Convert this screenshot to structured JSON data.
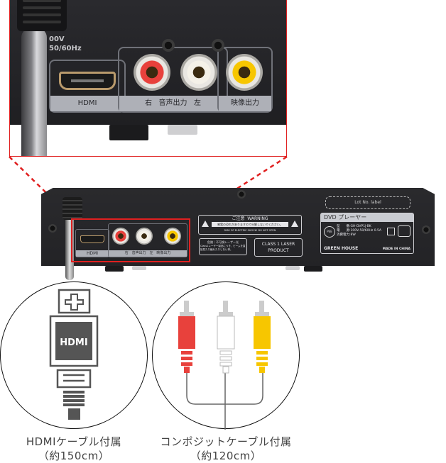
{
  "inset": {
    "voltage_line1": "00V",
    "voltage_line2": "50/60Hz",
    "hdmi_label": "HDMI",
    "audio_right": "右",
    "audio_label": "音声出力",
    "audio_left": "左",
    "video_label": "映像出力"
  },
  "device": {
    "warning_title_jp": "ご注意",
    "warning_title_en": "WARNING",
    "warning_line_jp": "感電の恐れがありますので分解しないでください。",
    "warning_line_en": "RISK OF ELECTRIC SHOCK! DO NOT OPEN",
    "laser_caution_title": "危険｜不可視レーザー光",
    "laser_caution_body": "Class1レーザー製品につき、ビームを直接見たり触れたりしない事。",
    "laser_class_line1": "CLASS 1 LASER",
    "laser_class_line2": "PRODUCT",
    "lot_label": "Lot No. label",
    "product_name": "DVD プレーヤー",
    "model_key": "型　　番",
    "model_value": "GH-DVP1J-BK",
    "power_key": "電　　源",
    "power_value": "100V-50/60Hz 0.5A",
    "consumption_key": "消費電力",
    "consumption_value": "8W",
    "pse_mark": "PSE",
    "brand": "GREEN HOUSE",
    "origin": "MADE IN CHINA",
    "hdmi_label": "HDMI",
    "audio_label": "右　音声出力　左",
    "video_label": "映像出力"
  },
  "accessories": [
    {
      "icon": "hdmi-cable-icon",
      "icon_text": "HDMI",
      "caption_line1": "HDMIケーブル付属",
      "caption_line2": "（約150cm）"
    },
    {
      "icon": "composite-cable-icon",
      "caption_line1": "コンポジットケーブル付属",
      "caption_line2": "（約120cm）"
    }
  ],
  "colors": {
    "highlight": "#e02020",
    "rca_red": "#e8413c",
    "rca_white": "#ffffff",
    "rca_yellow": "#f7c600",
    "icon_gray": "#555555"
  }
}
